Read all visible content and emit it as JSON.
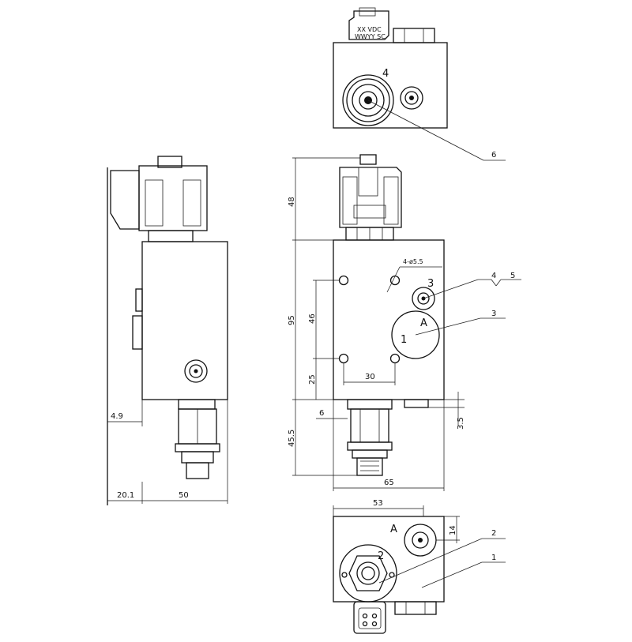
{
  "top_view": {
    "connector_line1": "XX VDC",
    "connector_line2": "WWYY SC",
    "port_label": "4",
    "callout": "6"
  },
  "front_view": {
    "dim_coil_height": "48",
    "dim_body_height": "95",
    "dim_hole_spacing_v": "46",
    "dim_hole_offset_v": "25",
    "dim_hole_spacing_h": "30",
    "dim_holes_note": "4-ø5.5",
    "dim_cart_offset": "6",
    "dim_cart_height": "45.5",
    "dim_body_width": "65",
    "dim_plug_offset": "3.5",
    "port_3": "3",
    "port_1": "1",
    "port_A": "A",
    "callout_4": "4",
    "callout_5": "5",
    "callout_3": "3"
  },
  "side_view": {
    "dim_bracket": "4.9",
    "dim_flange": "20.1",
    "dim_depth": "50"
  },
  "bottom_view": {
    "dim_width": "53",
    "dim_port_offset": "14",
    "port_A": "A",
    "port_2": "2",
    "callout_2": "2",
    "callout_1": "1"
  }
}
